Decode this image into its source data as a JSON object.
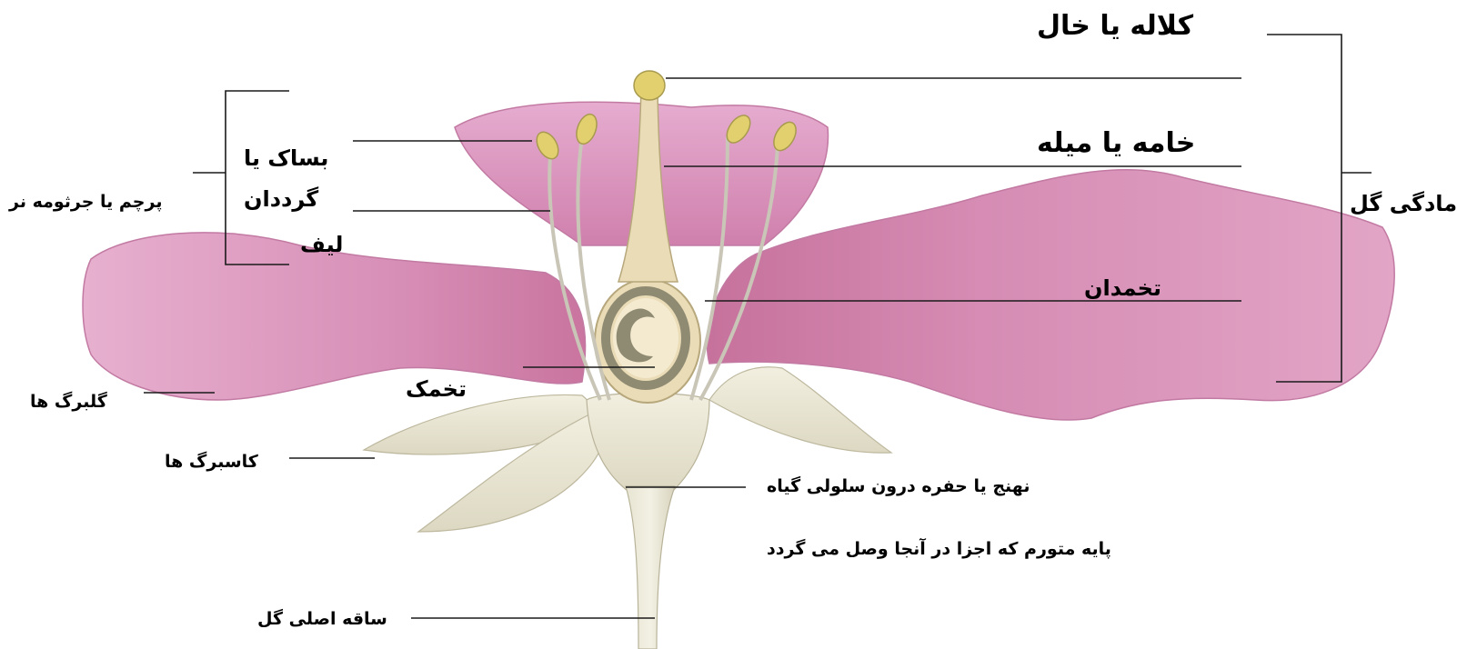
{
  "labels": {
    "stigma": "کلاله یا خال",
    "style": "خامه یا میله",
    "ovary": "تخمدان",
    "pistil": "مادگی گل",
    "anther_line1": "بساک یا",
    "anther_line2": "گرددان",
    "filament": "لیف",
    "stamen": "پرچم یا جرثومه نر",
    "ovule": "تخمک",
    "petals": "گلبرگ ها",
    "sepals": "کاسبرگ ها",
    "receptacle_line1": "نهنج یا حفره درون سلولی گیاه",
    "receptacle_line2": "پایه متورم که اجزا در آنجا وصل می گردد",
    "stem": "ساقه اصلی گل"
  },
  "colors": {
    "petal": "#d98db5",
    "petal_dark": "#b96a96",
    "sepal": "#ece8d6",
    "pistil": "#eadcb6",
    "anther": "#e2cf6e",
    "ovary_ring": "#8f8a72",
    "line": "#1a1a1a"
  }
}
